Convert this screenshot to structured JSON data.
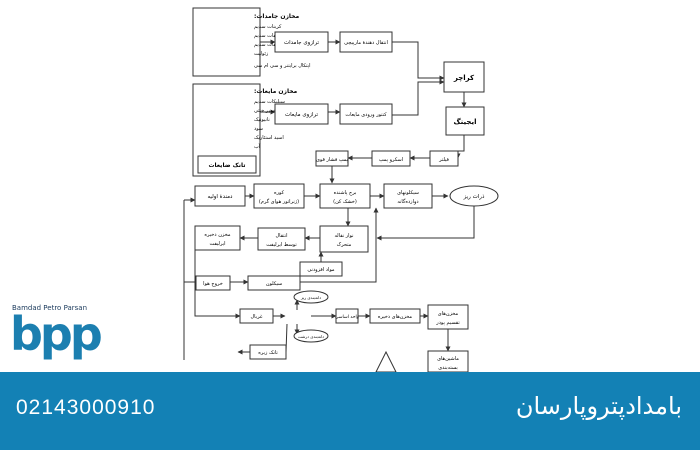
{
  "diagram": {
    "solid_store": {
      "title": "مخازن جامدات:",
      "items": [
        "کربنات سدیم",
        "سولفات سدیم",
        "تری پلی فسفات سدیم",
        "زئولیت",
        "اپتکال برایتنر و سی ام سی"
      ]
    },
    "liquid_store": {
      "title": "مخازن مایعات:",
      "items": [
        "سیلیکات سدیم",
        "خمیر خنثی",
        "نانیونیک",
        "سود",
        "اسید استئاریک",
        "آب"
      ],
      "waste_tank": "تانک ضایعات"
    },
    "nodes": {
      "solid_scale": "ترازوی جامدات",
      "solid_transfer": "انتقال دهندهٔ مارپیچی",
      "liquid_scale": "ترازوی مایعات",
      "liquid_input": "کنتور ورودی مایعات",
      "crutcher": "کراچر",
      "aging": "ایجینگ",
      "filter": "فیلتر",
      "screw_pump": "اسکرو پمپ",
      "hp_pump": "پمپ فشار قوی",
      "initial_air": "دمندهٔ اولیه",
      "furnace_1": "کوره",
      "furnace_2": "(ژنراتور هوای گرم)",
      "spray_tower_1": "برج پاشنده",
      "spray_tower_2": "(خشک کن)",
      "cyclones_1": "سیکلونهای",
      "cyclones_2": "دوازده‌گانه",
      "fines": "ذرات ریز",
      "airlift_store_1": "مخزن ذخیره",
      "airlift_store_2": "ایرلیفت",
      "airlift_transfer_1": "انتقال",
      "airlift_transfer_2": "توسط ایرلیفت",
      "conveyor_1": "نوار نقاله",
      "conveyor_2": "متحرک",
      "perfume": "مواد افزودنی",
      "air_out": "خروج هوا",
      "cyclone": "سیکلون",
      "sieve": "غربال",
      "fine_mesh": "دانه‌بندی ریز",
      "coarse_mesh": "دانه‌بندی درشت",
      "base_unit": "واحد اساسی",
      "storage_tanks": "مخزن‌های ذخیره",
      "packing_tanks_1": "مخزن‌های",
      "packing_tanks_2": "تقسیم پودر",
      "coarse_tank": "تانک زبره",
      "packing_machines_1": "ماشین‌های",
      "packing_machines_2": "بسته‌بندی"
    }
  },
  "logo": {
    "tagline": "Bamdad Petro Parsan",
    "word": "bpp"
  },
  "footer": {
    "phone": "02143000910",
    "brand": "بامدادپتروپارسان"
  },
  "colors": {
    "bar": "#1381b5",
    "logo": "#1c7fb0",
    "line": "#333333"
  }
}
